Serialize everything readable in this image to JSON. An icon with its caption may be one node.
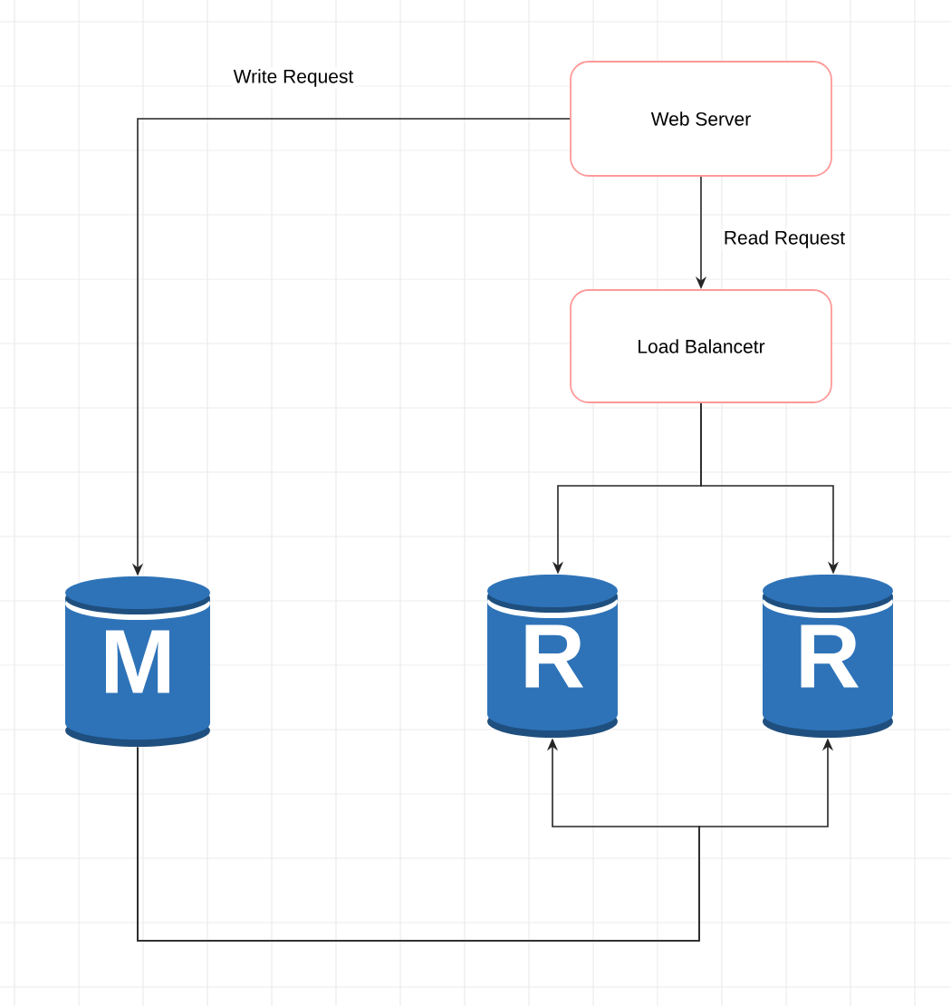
{
  "diagram": {
    "nodes": [
      {
        "text": [
          "Web Server"
        ]
      },
      {
        "text": [
          "Load Balancetr"
        ]
      },
      {
        "text": [
          "M"
        ]
      },
      {
        "text": [
          "R"
        ]
      },
      {
        "text": [
          "R"
        ]
      }
    ],
    "edges": [
      {
        "from": 0,
        "to": 2,
        "arrow": "to",
        "label": "Write Request"
      },
      {
        "from": 0,
        "to": 1,
        "arrow": "to",
        "label": "Read Request"
      },
      {
        "from": 1,
        "to": 3,
        "arrow": "to"
      },
      {
        "from": 1,
        "to": 4,
        "arrow": "to"
      },
      {
        "from": 2,
        "to": 3,
        "arrow": "to"
      },
      {
        "from": 2,
        "to": 4,
        "arrow": "to"
      }
    ]
  }
}
